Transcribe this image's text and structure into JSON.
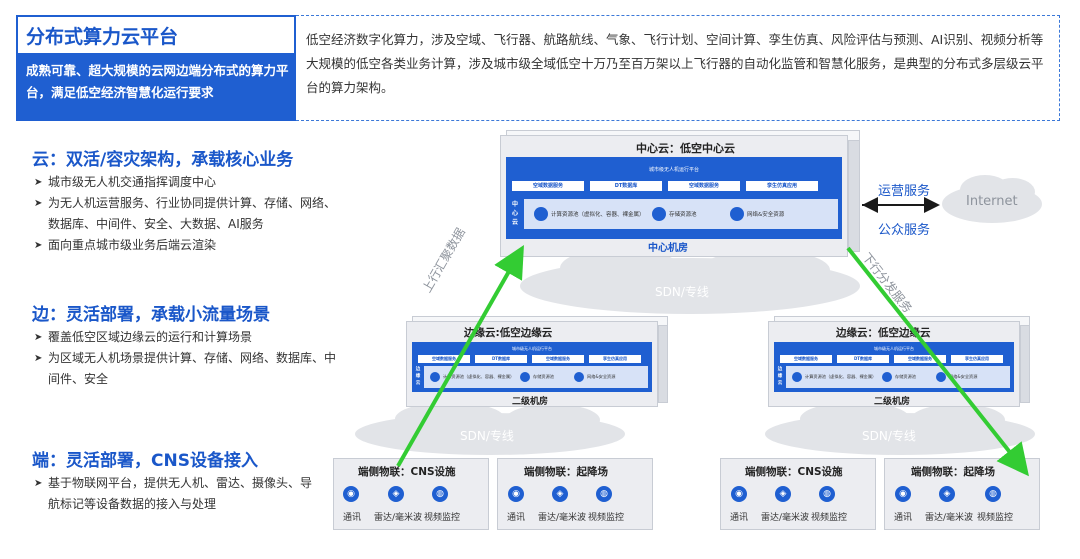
{
  "header": {
    "title": "分布式算力云平台",
    "subtitle": "成熟可靠、超大规模的云网边端分布式的算力平台，满足低空经济智慧化运行要求",
    "description": "低空经济数字化算力，涉及空域、飞行器、航路航线、气象、飞行计划、空间计算、孪生仿真、风险评估与预测、AI识别、视频分析等大规模的低空各类业务计算，涉及城市级全域低空十万乃至百万架以上飞行器的自动化监管和智慧化服务，是典型的分布式多层级云平台的算力架构。"
  },
  "tiers": [
    {
      "heading": "云：双活/容灾架构，承载核心业务",
      "items": [
        "城市级无人机交通指挥调度中心",
        "为无人机运营服务、行业协同提供计算、存储、网络、数据库、中间件、安全、大数据、AI服务",
        "面向重点城市级业务后端云渲染"
      ]
    },
    {
      "heading": "边：灵活部署，承载小流量场景",
      "items": [
        "覆盖低空区域边缘云的运行和计算场景",
        "为区域无人机场景提供计算、存储、网络、数据库、中间件、安全"
      ]
    },
    {
      "heading": "端：灵活部署，CNS设备接入",
      "items": [
        "基于物联网平台，提供无人机、雷达、摄像头、导航标记等设备数据的接入与处理"
      ]
    }
  ],
  "center": {
    "title": "中心云：低空中心云",
    "platform": "城市级无人机运行平台",
    "services": [
      "空域数据服务",
      "DT数据库",
      "空域数据服务",
      "孪生仿真应用"
    ],
    "side_label": "中心云",
    "resources": [
      "计算资源池（虚拟化、容器、裸金属）",
      "存储资源池",
      "网络&安全资源"
    ],
    "room": "中心机房"
  },
  "edges": [
    {
      "title": "边缘云:低空边缘云",
      "platform": "城市级无人机运行平台",
      "services": [
        "空域数据服务",
        "DT数据库",
        "空域数据服务",
        "孪生仿真应用"
      ],
      "side_label": "边缘云",
      "resources": [
        "计算资源池（虚拟化、容器、裸金属）",
        "存储资源池",
        "网络&安全资源"
      ],
      "room": "二级机房"
    },
    {
      "title": "边缘云：低空边缘云",
      "platform": "城市级无人机运行平台",
      "services": [
        "空域数据服务",
        "DT数据库",
        "空域数据服务",
        "孪生仿真应用"
      ],
      "side_label": "边缘云",
      "resources": [
        "计算资源池（虚拟化、容器、裸金属）",
        "存储资源池",
        "网络&安全资源"
      ],
      "room": "二级机房"
    }
  ],
  "devices": [
    {
      "title": "端侧物联：CNS设施",
      "items": [
        "通讯",
        "雷达/毫米波",
        "视频监控"
      ]
    },
    {
      "title": "端侧物联：起降场",
      "items": [
        "通讯",
        "雷达/毫米波",
        "视频监控"
      ]
    },
    {
      "title": "端侧物联：CNS设施",
      "items": [
        "通讯",
        "雷达/毫米波",
        "视频监控"
      ]
    },
    {
      "title": "端侧物联：起降场",
      "items": [
        "通讯",
        "雷达/毫米波",
        "视频监控"
      ]
    }
  ],
  "network": {
    "sdn_center": "SDN/专线",
    "sdn_left": "SDN/专线",
    "sdn_right": "SDN/专线",
    "internet": "Internet",
    "ops_service": "运营服务",
    "public_service": "公众服务",
    "uplink": "上行汇聚数据",
    "downlink": "下行分发服务"
  },
  "colors": {
    "brand_blue": "#1f5fd1",
    "arrow_green": "#33cc33",
    "cloud_gray": "#e2e4e8"
  }
}
